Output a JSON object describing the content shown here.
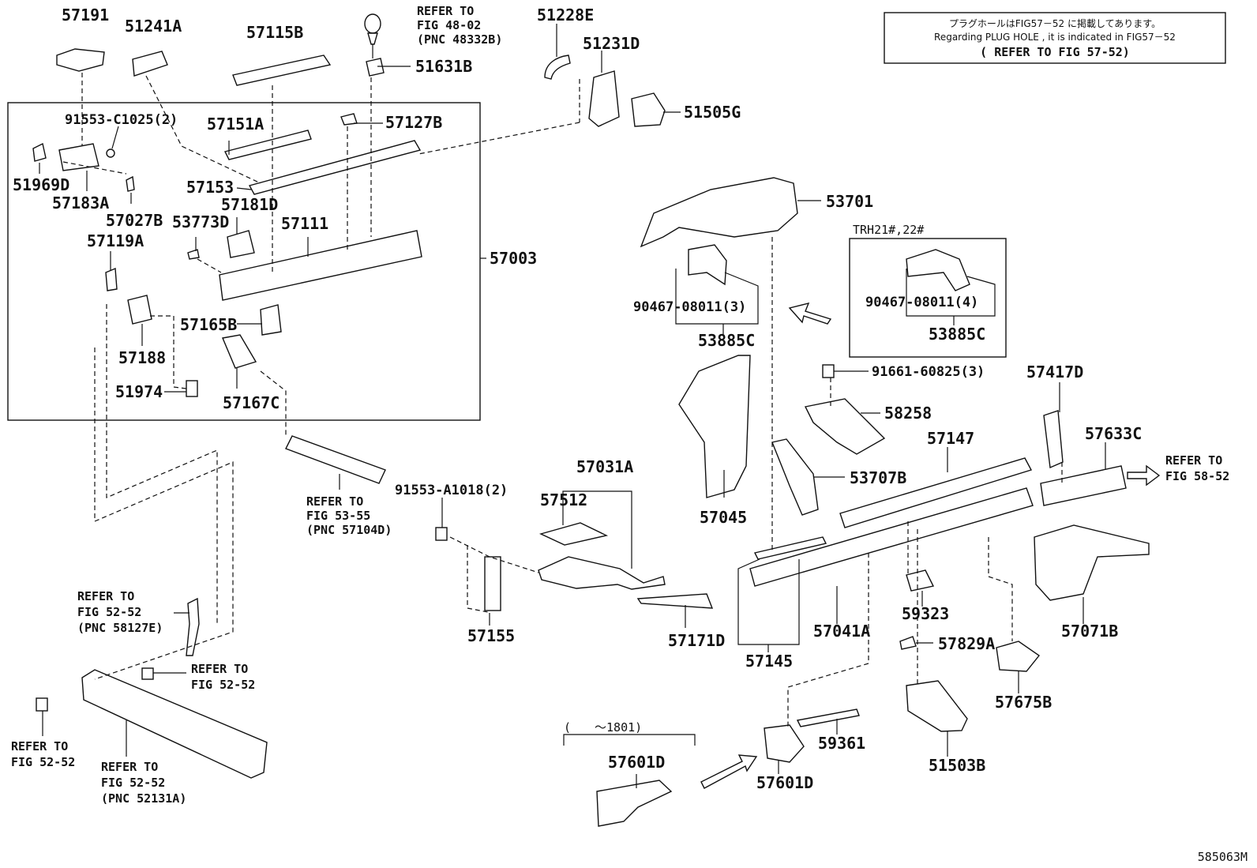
{
  "note": {
    "line1": "プラグホールはFIG57－52 に掲載してあります。",
    "line2": "Regarding PLUG HOLE , it is indicated in FIG57－52",
    "line3": "( REFER TO FIG 57-52)"
  },
  "figure_id": "585063M",
  "parts": {
    "p57191": "57191",
    "p51241A": "51241A",
    "p57115B": "57115B",
    "p51631B": "51631B",
    "p51228E": "51228E",
    "p51231D": "51231D",
    "p51505G": "51505G",
    "p91553C1025": "91553-C1025(2)",
    "p57151A": "57151A",
    "p57127B": "57127B",
    "p51969D": "51969D",
    "p57183A": "57183A",
    "p57027B": "57027B",
    "p57153": "57153",
    "p57181D": "57181D",
    "p53773D": "53773D",
    "p57111": "57111",
    "p57119A": "57119A",
    "p57003": "57003",
    "p57165B": "57165B",
    "p57188": "57188",
    "p51974": "51974",
    "p57167C": "57167C",
    "p53701": "53701",
    "p90467_3": "90467-08011(3)",
    "p53885C_a": "53885C",
    "trh": "TRH21#,22#",
    "p90467_4": "90467-08011(4)",
    "p53885C_b": "53885C",
    "p91661": "91661-60825(3)",
    "p57417D": "57417D",
    "p58258": "58258",
    "p57147": "57147",
    "p57633C": "57633C",
    "p53707B": "53707B",
    "p57045": "57045",
    "p57031A": "57031A",
    "p57512": "57512",
    "p91553A1018": "91553-A1018(2)",
    "p57155": "57155",
    "p57171D": "57171D",
    "p59323": "59323",
    "p57041A": "57041A",
    "p57145": "57145",
    "p57071B": "57071B",
    "p57829A": "57829A",
    "p57675B": "57675B",
    "p59361": "59361",
    "p51503B": "51503B",
    "p57601D_a": "57601D",
    "p57601D_b": "57601D",
    "date_range": "(　　～1801)"
  },
  "refs": {
    "r48_02": [
      "REFER TO",
      "FIG 48-02",
      "(PNC 48332B)"
    ],
    "r53_55": [
      "REFER TO",
      "FIG 53-55",
      "(PNC 57104D)"
    ],
    "r58_52": [
      "REFER TO",
      "FIG 58-52"
    ],
    "r52_52_a": [
      "REFER TO",
      "FIG 52-52",
      "(PNC 58127E)"
    ],
    "r52_52_b": [
      "REFER TO",
      "FIG 52-52"
    ],
    "r52_52_c": [
      "REFER TO",
      "FIG 52-52"
    ],
    "r52_52_d": [
      "REFER TO",
      "FIG 52-52",
      "(PNC 52131A)"
    ]
  }
}
